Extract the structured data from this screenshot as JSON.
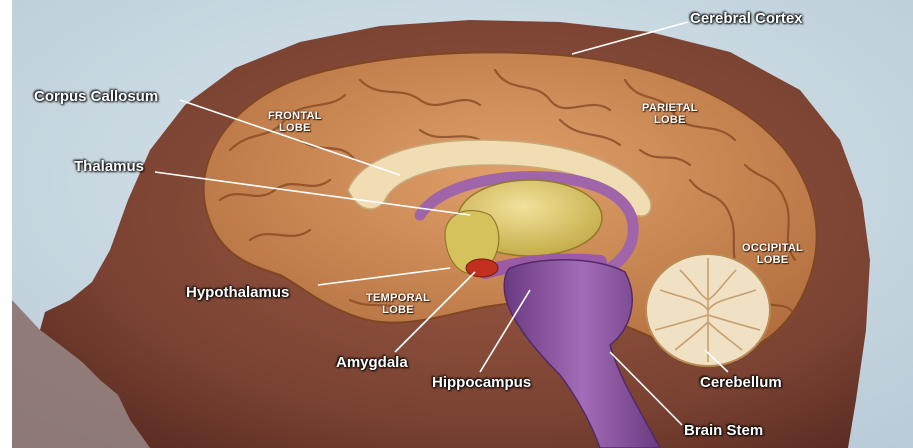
{
  "labels": {
    "cerebral_cortex": "Cerebral Cortex",
    "corpus_callosum": "Corpus Callosum",
    "thalamus": "Thalamus",
    "hypothalamus": "Hypothalamus",
    "amygdala": "Amygdala",
    "hippocampus": "Hippocampus",
    "cerebellum": "Cerebellum",
    "brain_stem": "Brain Stem"
  },
  "lobes": {
    "frontal": [
      "FRONTAL",
      "LOBE"
    ],
    "parietal": [
      "PARIETAL",
      "LOBE"
    ],
    "occipital": [
      "OCCIPITAL",
      "LOBE"
    ],
    "temporal": [
      "TEMPORAL",
      "LOBE"
    ]
  },
  "colors": {
    "background": "#c8d9e3",
    "skin": "#8a4e3c",
    "cortex": "#c98552",
    "corpus_callosum": "#f1ddb4",
    "thalamus": "#ddc864",
    "limbic": "#a064a8",
    "amygdala": "#c0301c",
    "brain_stem": "#8a52a0",
    "cerebellum": "#f0e0c4"
  }
}
